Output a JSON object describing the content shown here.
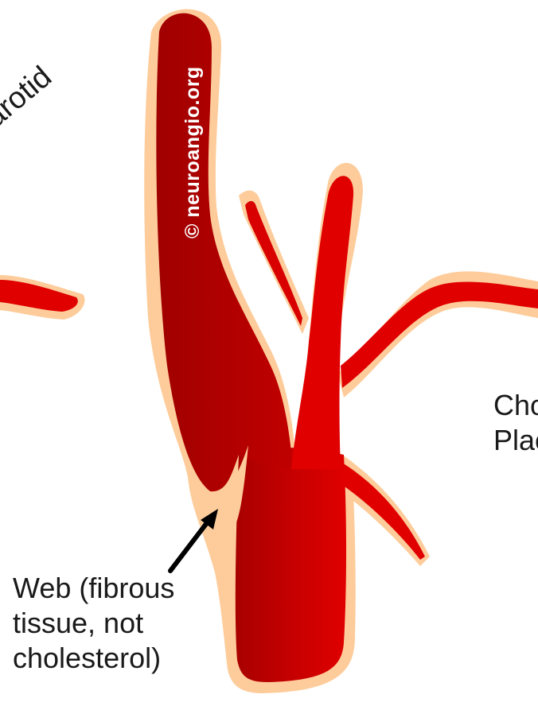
{
  "labels": {
    "carotid": "carotid",
    "cholesterol_plaque": [
      "Cho",
      "Plac"
    ],
    "web": [
      "Web (fibrous",
      "tissue, not",
      "cholesterol)"
    ]
  },
  "watermark": "© neuroangio.org",
  "colors": {
    "vessel_red": "#d90000",
    "vessel_dark_red": "#a80000",
    "halo_peach": "#fdcc9a",
    "arrow": "#000000"
  }
}
